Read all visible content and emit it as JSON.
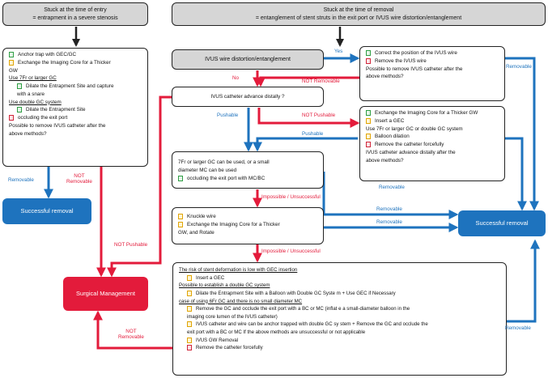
{
  "boxes": {
    "entry_header": {
      "line1": "Stuck at the time of entry",
      "line2": "= entrapment in a severe stenosis"
    },
    "removal_header": {
      "line1": "Stuck at the time of removal",
      "line2": "= entanglement of stent struts in the exit port or IVUS wire distortion/entanglement"
    },
    "entry_methods": {
      "items": [
        {
          "marker": "green",
          "text": "Anchor trap with GEC/GC"
        },
        {
          "marker": "yellow",
          "text": "Exchange the Imaging Core for a Thicker"
        },
        {
          "marker": "",
          "text": "GW"
        },
        {
          "marker": "",
          "text": "Use 7Fr or larger GC",
          "underline": true
        },
        {
          "marker": "green",
          "text": "Dilate the Entrapment Site and capture",
          "indent": true
        },
        {
          "marker": "",
          "text": "with a snare",
          "indent": true
        },
        {
          "marker": "",
          "text": "Use double GC system",
          "underline": true
        },
        {
          "marker": "green",
          "text": "Dilate the Entrapment Site",
          "indent": true
        },
        {
          "marker": "red",
          "text": "occluding the exit port"
        },
        {
          "marker": "",
          "text": "Possible to remove IVUS catheter after the"
        },
        {
          "marker": "",
          "text": "above methods?"
        }
      ]
    },
    "entry_success": {
      "label": "Successful removal"
    },
    "ivus_wire": {
      "label": "IVUS wire distortion/entanglement"
    },
    "correct_wire": {
      "items": [
        {
          "marker": "green",
          "text": "Correct the position of the IVUS wire"
        },
        {
          "marker": "red",
          "text": "Remove the IVUS wire"
        },
        {
          "marker": "",
          "text": "Possible to remove IVUS catheter after the"
        },
        {
          "marker": "",
          "text": "above methods?"
        }
      ]
    },
    "advance_q": {
      "label": "IVUS catheter advance distally ?"
    },
    "not_pushable_box": {
      "items": [
        {
          "marker": "green",
          "text": "Exchange the Imaging Core for a Thicker GW"
        },
        {
          "marker": "yellow",
          "text": "Insert a GEC"
        },
        {
          "marker": "",
          "text": "Use 7Fr or larger GC or double GC system"
        },
        {
          "marker": "yellow",
          "text": "Balloon dilation"
        },
        {
          "marker": "red",
          "text": "Remove the catheter forcefully"
        },
        {
          "marker": "",
          "text": "IVUS catheter advance distally  after the"
        },
        {
          "marker": "",
          "text": "above methods?"
        }
      ]
    },
    "seven_fr": {
      "items": [
        {
          "marker": "",
          "text": "7Fr or larger GC can be used, or a small"
        },
        {
          "marker": "",
          "text": "diameter MC can be used"
        },
        {
          "marker": "green",
          "text": "occluding the exit port with MC/BC"
        }
      ]
    },
    "knuckle": {
      "items": [
        {
          "marker": "yellow",
          "text": "Knuckle wire"
        },
        {
          "marker": "yellow",
          "text": "Exchange the Imaging Core for a Thicker"
        },
        {
          "marker": "",
          "text": "GW, and Rotate"
        }
      ]
    },
    "main_success": {
      "label": "Successful removal"
    },
    "surgical": {
      "label": "Surgical Management"
    },
    "bottom": {
      "items": [
        {
          "marker": "",
          "text": "The risk of stent deformation is low with GEC insertion",
          "underline": true
        },
        {
          "marker": "yellow",
          "text": "Insert a GEC",
          "indent": true
        },
        {
          "marker": "",
          "text": "Possible to establish a double GC system",
          "underline": true
        },
        {
          "marker": "yellow",
          "text": "Dilate the Entrapment Site with a Balloon with Double GC Syste         m + Use GEC if Necessary",
          "indent": true
        },
        {
          "marker": "",
          "text": "case of using 6Fr GC and there is no small diameter MC",
          "underline": true
        },
        {
          "marker": "yellow",
          "text": "Remove the GC and occlude the exit port with a BC or MC (inflat         e a small-diameter balloon in the",
          "indent": true
        },
        {
          "marker": "",
          "text": "imaging core lumen of the IVUS catheter)",
          "indent": true
        },
        {
          "marker": "yellow",
          "text": "IVUS catheter and wire can be anchor trapped with double GC sy         stem + Remove the GC and occlude the",
          "indent": true
        },
        {
          "marker": "",
          "text": "exit port with a BC or MC If the above methods are unsuccessful          or not applicable",
          "indent": true
        },
        {
          "marker": "yellow",
          "text": "IVUS GW Removal",
          "indent": true
        },
        {
          "marker": "red",
          "text": "Remove the catheter forcefully",
          "indent": true
        }
      ]
    }
  },
  "labels": {
    "yes": "Yes",
    "no": "No",
    "not_removable_1": "NOT Removable",
    "removable_1": "Removable",
    "pushable": "Pushable",
    "not_pushable_1": "NOT Pushable",
    "pushable_2": "Pushable",
    "removable_2": "Removable",
    "not_removable_2": "NOT\nRemovable",
    "removable_3": "Removable",
    "impossible_1": "Impossible / Unsuccessful",
    "removable_4": "Removable",
    "removable_5": "Removable",
    "impossible_2": "Impossible / Unsuccessful",
    "not_pushable_2": "NOT Pushable",
    "not_removable_3": "NOT\nRemovable",
    "removable_6": "Removable"
  },
  "colors": {
    "blue": "#1e73be",
    "red": "#e31b3b",
    "grey": "#d6d6d6",
    "dark": "#222222"
  }
}
